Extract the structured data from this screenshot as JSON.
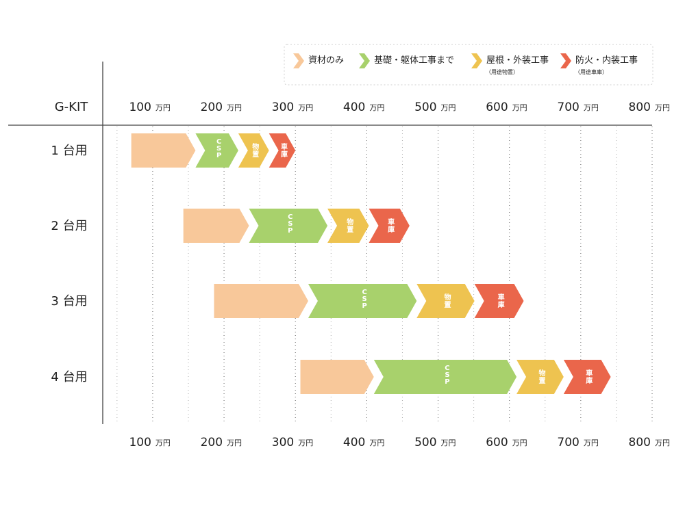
{
  "header": {
    "left_label": "G-KIT"
  },
  "legend": [
    {
      "label": "資材のみ",
      "sub_label": "",
      "color": "#F8C89A"
    },
    {
      "label": "基礎・躯体工事まで",
      "sub_label": "",
      "color": "#A8D16C"
    },
    {
      "label": "屋根・外装工事",
      "sub_label": "（用途物置）",
      "color": "#EEC350"
    },
    {
      "label": "防火・内装工事",
      "sub_label": "（用途車庫）",
      "color": "#EA664B"
    }
  ],
  "chart_data": {
    "type": "bar",
    "ticks": [
      {
        "value": 100,
        "label": "100",
        "unit": "万円"
      },
      {
        "value": 200,
        "label": "200",
        "unit": "万円"
      },
      {
        "value": 300,
        "label": "300",
        "unit": "万円"
      },
      {
        "value": 400,
        "label": "400",
        "unit": "万円"
      },
      {
        "value": 500,
        "label": "500",
        "unit": "万円"
      },
      {
        "value": 600,
        "label": "600",
        "unit": "万円"
      },
      {
        "value": 700,
        "label": "700",
        "unit": "万円"
      },
      {
        "value": 800,
        "label": "800",
        "unit": "万円"
      }
    ],
    "categories": [
      "1 台用",
      "2 台用",
      "3 台用",
      "4 台用"
    ],
    "xlim": [
      30,
      800
    ],
    "series": [
      {
        "name": "資材のみ",
        "color": "#F8C89A",
        "ranges": [
          [
            70,
            160
          ],
          [
            143,
            235
          ],
          [
            186,
            318
          ],
          [
            307,
            410
          ]
        ]
      },
      {
        "name": "基礎・躯体工事まで",
        "color": "#A8D16C",
        "ranges": [
          [
            160,
            220
          ],
          [
            235,
            345
          ],
          [
            318,
            470
          ],
          [
            410,
            610
          ]
        ]
      },
      {
        "name": "屋根・外装工事",
        "color": "#EEC350",
        "ranges": [
          [
            220,
            263
          ],
          [
            345,
            403
          ],
          [
            470,
            551
          ],
          [
            610,
            676
          ]
        ]
      },
      {
        "name": "防火・内装工事",
        "color": "#EA664B",
        "ranges": [
          [
            263,
            300
          ],
          [
            403,
            460
          ],
          [
            551,
            620
          ],
          [
            676,
            742
          ]
        ]
      }
    ],
    "segment_labels": [
      [
        "",
        "CSP",
        "物置",
        "車庫"
      ],
      [
        "",
        "CSP",
        "物置",
        "車庫"
      ],
      [
        "",
        "CSP",
        "物置",
        "車庫"
      ],
      [
        "",
        "CSP",
        "物置",
        "車庫"
      ]
    ],
    "grid": true
  }
}
